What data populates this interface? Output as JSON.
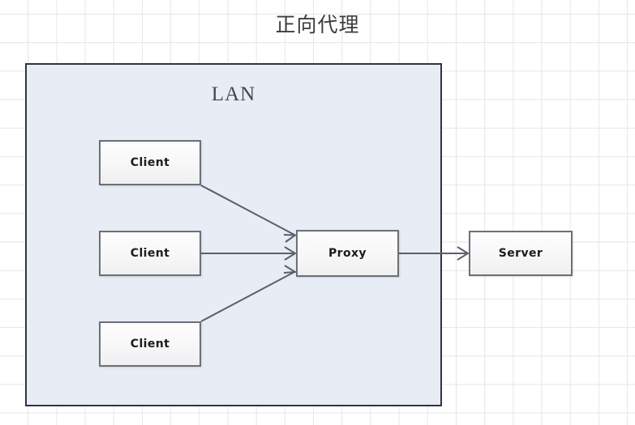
{
  "diagram": {
    "title": "正向代理",
    "container": {
      "label": "LAN"
    },
    "nodes": [
      {
        "id": "client-1",
        "label": "Client"
      },
      {
        "id": "client-2",
        "label": "Client"
      },
      {
        "id": "client-3",
        "label": "Client"
      },
      {
        "id": "proxy",
        "label": "Proxy"
      },
      {
        "id": "server",
        "label": "Server"
      }
    ],
    "edges": [
      {
        "from": "client-1",
        "to": "proxy",
        "style": "diagonal-down",
        "arrow": "to"
      },
      {
        "from": "client-2",
        "to": "proxy",
        "style": "horizontal",
        "arrow": "to"
      },
      {
        "from": "client-3",
        "to": "proxy",
        "style": "diagonal-up",
        "arrow": "to"
      },
      {
        "from": "proxy",
        "to": "server",
        "style": "horizontal",
        "arrow": "to"
      }
    ],
    "colors": {
      "grid_line": "#e6e6e6",
      "page_background": "#ffffff",
      "lan_fill": "#e8ecf5",
      "lan_border": "#2f3640",
      "node_border": "#6b7078",
      "node_fill": "#f7f7f7",
      "connector": "#5a6068",
      "title_text": "#3d3d3d",
      "node_text": "#1c1c1c"
    }
  }
}
